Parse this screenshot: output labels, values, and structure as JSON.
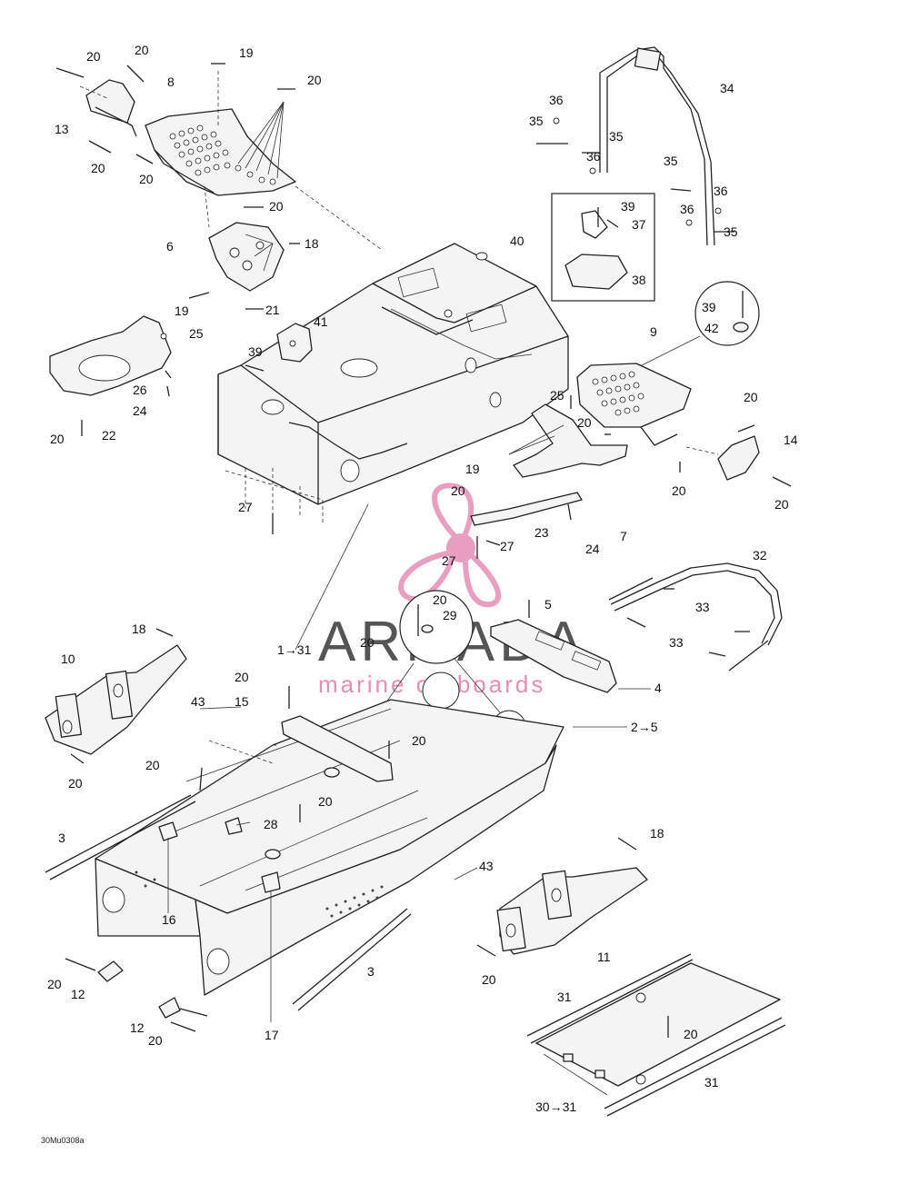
{
  "diagram": {
    "figure_code": "30Mu0308a",
    "watermark": {
      "brand": "ARMADA",
      "tagline": "marine outboards",
      "color": "#e48fb8",
      "text_color": "#555555"
    },
    "callouts": {
      "top_left": [
        "20",
        "20",
        "19",
        "20",
        "8",
        "13",
        "20",
        "20",
        "20"
      ],
      "top_right": [
        "34",
        "36",
        "35",
        "35",
        "36",
        "35",
        "36",
        "36",
        "35",
        "39",
        "37",
        "38",
        "39",
        "42",
        "9",
        "20",
        "14",
        "20",
        "20",
        "40"
      ],
      "middle_left": [
        "6",
        "18",
        "19",
        "21",
        "25",
        "26",
        "24",
        "22",
        "20",
        "41",
        "39",
        "27"
      ],
      "middle_right": [
        "25",
        "20",
        "19",
        "20",
        "23",
        "24",
        "7",
        "27",
        "27",
        "32",
        "33",
        "33",
        "5",
        "20",
        "29",
        "20",
        "4",
        "1→31",
        "2→5"
      ],
      "lower_left": [
        "18",
        "10",
        "20",
        "20",
        "43",
        "15",
        "20",
        "3",
        "16",
        "28",
        "20",
        "20",
        "12",
        "12",
        "20",
        "17",
        "3",
        "43",
        "20"
      ],
      "lower_right": [
        "18",
        "11",
        "20",
        "31",
        "20",
        "31",
        "30→31"
      ]
    }
  }
}
